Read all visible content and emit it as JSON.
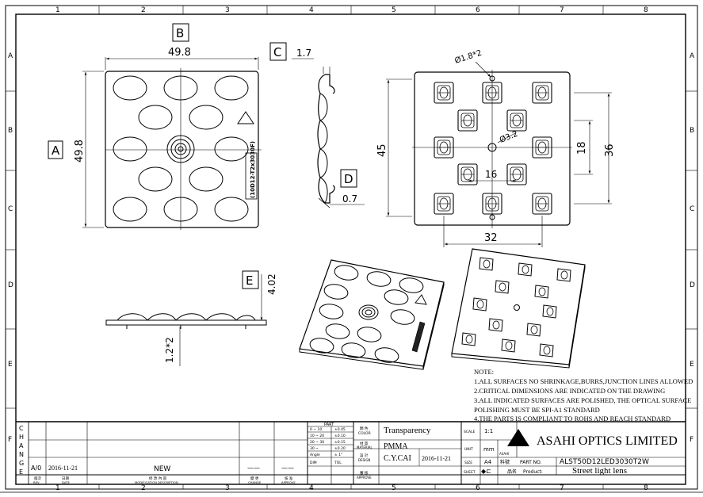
{
  "grid": {
    "cols": [
      "1",
      "2",
      "3",
      "4",
      "5",
      "6",
      "7",
      "8"
    ],
    "rows": [
      "A",
      "B",
      "C",
      "D",
      "E",
      "F"
    ]
  },
  "views": {
    "label_a": "A",
    "label_b": "B",
    "label_c": "C",
    "label_d": "D",
    "label_e": "E",
    "dim_width": "49.8",
    "dim_height": "49.8",
    "dim_thickness": "1.7",
    "dim_base": "0.7",
    "dim_hole": "Ø1.8*2",
    "dim_center_hole": "Ø3.2",
    "dim_45": "45",
    "dim_18": "18",
    "dim_36": "36",
    "dim_16": "16",
    "dim_32": "32",
    "dim_side_height": "4.02",
    "dim_pin": "1.2*2",
    "part_code": "(10D12-T2x3030F)"
  },
  "notes": {
    "header": "NOTE:",
    "lines": [
      "1.ALL SURFACES NO SHRINKAGE,BURRS,JUNCTION LINES ALLOWED",
      "2.CRITICAL DIMENSIONS ARE INDICATED ON THE DRAWING",
      "3.ALL INDICATED SURFACES ARE POLISHED, THE OPTICAL SURFACE",
      "POLISHING MUST BE SPI-A1 STANDARD",
      "4.THE PARTS IS COMPLIANT TO ROHS AND REACH STANDARD"
    ]
  },
  "title_block": {
    "change_letters": [
      "C",
      "H",
      "A",
      "N",
      "G",
      "E"
    ],
    "rev": "A/0",
    "rev_date": "2016-11-21",
    "rev_desc": "NEW",
    "rev_change": "——",
    "rev_approve": "——",
    "hdr_rev": "REV",
    "hdr_date": "DATE",
    "hdr_desc": "MODIFICATION DESCRIPTION",
    "hdr_change": "CHANGE",
    "hdr_approve": "APPROVE",
    "hdr_rev_cn": "版次",
    "hdr_date_cn": "日期",
    "hdr_desc_cn": "修 改 內 容",
    "hdr_change_cn": "變 更",
    "hdr_approve_cn": "核 准",
    "tol_header": "PART",
    "tol_rows": [
      {
        "range": "0 ~ 10",
        "tol": "±0.05"
      },
      {
        "range": "10 ~ 20",
        "tol": "±0.10"
      },
      {
        "range": "20 ~ 30",
        "tol": "±0.15"
      },
      {
        "range": "30 ~",
        "tol": "±0.20"
      },
      {
        "range": "Angle",
        "tol": "± 1°"
      },
      {
        "range": "DIM",
        "tol": "TOL"
      }
    ],
    "color_label": "COLOR",
    "color_label_cn": "顏 色",
    "color_value": "Transparency",
    "material_label": "MATERIAL",
    "material_label_cn": "材 質",
    "material_value": "PMMA",
    "design_label": "DESIGN",
    "design_label_cn": "設 計",
    "design_value": "C.Y.CAI",
    "design_date": "2016-11-21",
    "approve_label": "APPROVE",
    "approve_label_cn": "審 核",
    "scale_label": "SCALE",
    "scale_value": "1:1",
    "unit_label": "UNIT",
    "unit_value": "mm",
    "size_label": "SIZE",
    "size_value": "A4",
    "sheet_label": "SHEET",
    "company": "ASAHI OPTICS LIMITED",
    "logo_text": "ASAHI",
    "part_no_label": "PART NO.",
    "part_no_label_cn": "料號",
    "part_no": "ALST50D12LED3030T2W",
    "product_label": "Product:",
    "product_label_cn": "品名",
    "product": "Street light lens"
  }
}
